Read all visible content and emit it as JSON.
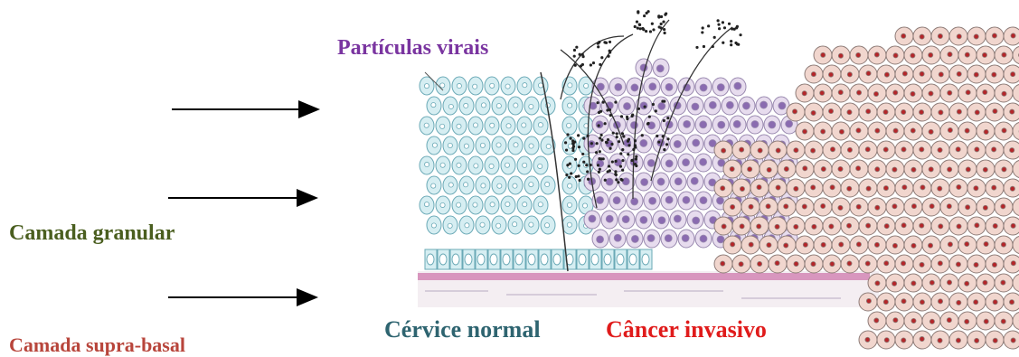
{
  "labels": {
    "viral_particles": "Partículas virais",
    "granular_layer": "Camada granular",
    "suprabasal_layer": "Camada supra-basal",
    "normal_cervix": "Cérvice normal",
    "invasive_cancer": "Câncer invasivo"
  },
  "colors": {
    "viral_particles": "#7a35a0",
    "granular_layer": "#4a5e1f",
    "suprabasal_layer": "#b8453b",
    "normal_cervix": "#2e6470",
    "invasive_cancer": "#e01b1b",
    "normal_cell_fill": "#d6eef2",
    "normal_cell_stroke": "#6aa9b6",
    "dysplasia_cell_fill": "#e7dcee",
    "dysplasia_nucleus": "#8a6bb0",
    "cancer_cell_fill": "#f1d6ce",
    "cancer_cell_stroke": "#8e7c78",
    "cancer_nucleus": "#b4262a",
    "basement_membrane": "#d58cb8",
    "arrow": "#000000"
  },
  "icons": [
    "arrow-right-icon",
    "arrow-right-icon",
    "arrow-right-icon"
  ]
}
